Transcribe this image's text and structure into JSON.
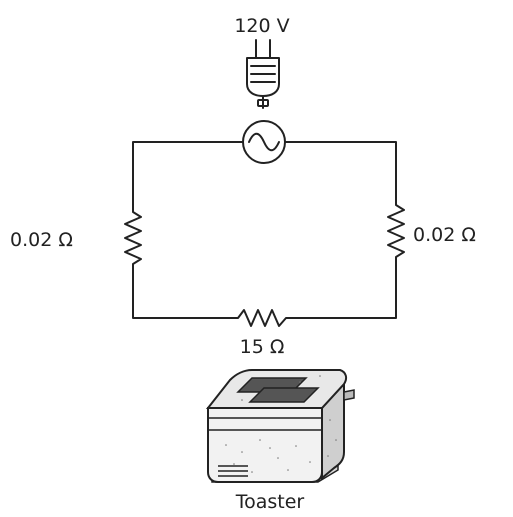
{
  "source": {
    "voltage_label": "120 V",
    "type": "AC"
  },
  "resistors": {
    "left_label": "0.02 Ω",
    "right_label": "0.02 Ω",
    "bottom_label": "15 Ω"
  },
  "appliance": {
    "label": "Toaster"
  }
}
